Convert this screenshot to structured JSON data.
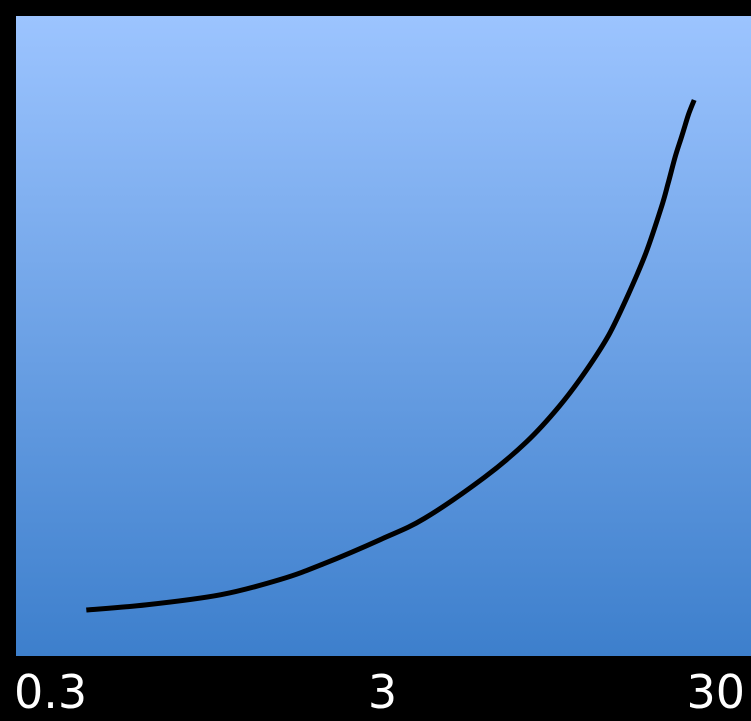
{
  "chart_data": {
    "type": "line",
    "title": "",
    "xlabel": "",
    "ylabel": "",
    "x_scale": "log",
    "x_ticks": [
      0.3,
      3,
      30
    ],
    "x_tick_labels": [
      "0.3",
      "3",
      "30"
    ],
    "xlim": [
      0.3,
      30
    ],
    "ylim": [
      0,
      1
    ],
    "grid": false,
    "legend": "none",
    "colors": {
      "background": "#000000",
      "plot_top": "#9cc4ff",
      "plot_bottom": "#3d7fcc",
      "line": "#000000"
    },
    "series": [
      {
        "x": [
          0.4,
          0.6,
          1.0,
          1.5,
          2.0,
          3.0,
          4.0,
          6.0,
          8.0,
          10.0,
          12.0,
          14.0,
          16.0,
          18.0,
          20.0,
          21.0,
          22.0,
          23.0,
          24.0,
          25.0
        ],
        "values": [
          0.0,
          0.01,
          0.03,
          0.06,
          0.09,
          0.14,
          0.18,
          0.26,
          0.33,
          0.4,
          0.47,
          0.54,
          0.62,
          0.7,
          0.79,
          0.84,
          0.89,
          0.93,
          0.97,
          1.0
        ]
      }
    ]
  }
}
